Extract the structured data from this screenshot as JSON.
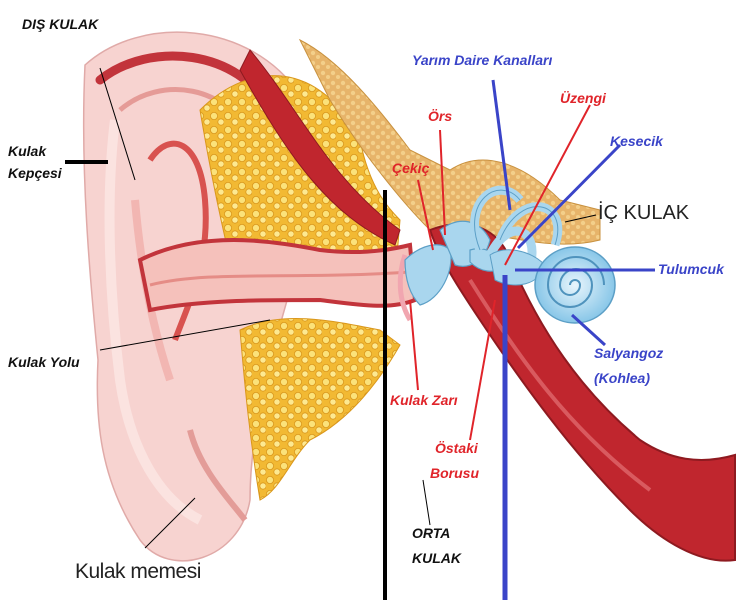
{
  "labels": {
    "dis_kulak": "DIŞ KULAK",
    "kulak_kepcesi_1": "Kulak",
    "kulak_kepcesi_2": "Kepçesi",
    "kulak_yolu": "Kulak Yolu",
    "kulak_memesi": "Kulak memesi",
    "orta_kulak_1": "ORTA",
    "orta_kulak_2": "KULAK",
    "ic_kulak": "İÇ KULAK",
    "yarim_daire": "Yarım Daire Kanalları",
    "uzengi": "Üzengi",
    "ors": "Örs",
    "cekic": "Çekiç",
    "kesecik": "Kesecik",
    "tulumcuk": "Tulumcuk",
    "salyangoz_1": "Salyangoz",
    "salyangoz_2": "(Kohlea)",
    "kulak_zari": "Kulak Zarı",
    "ostaki_1": "Östaki",
    "ostaki_2": "Borusu"
  },
  "colors": {
    "red_label": "#e0242a",
    "blue_label": "#3a44c8",
    "black_label": "#111111",
    "skin": "#f7d3d0",
    "fat": "#f2b933",
    "canal": "#c0262e",
    "inner_ear": "#a9d6ee"
  }
}
